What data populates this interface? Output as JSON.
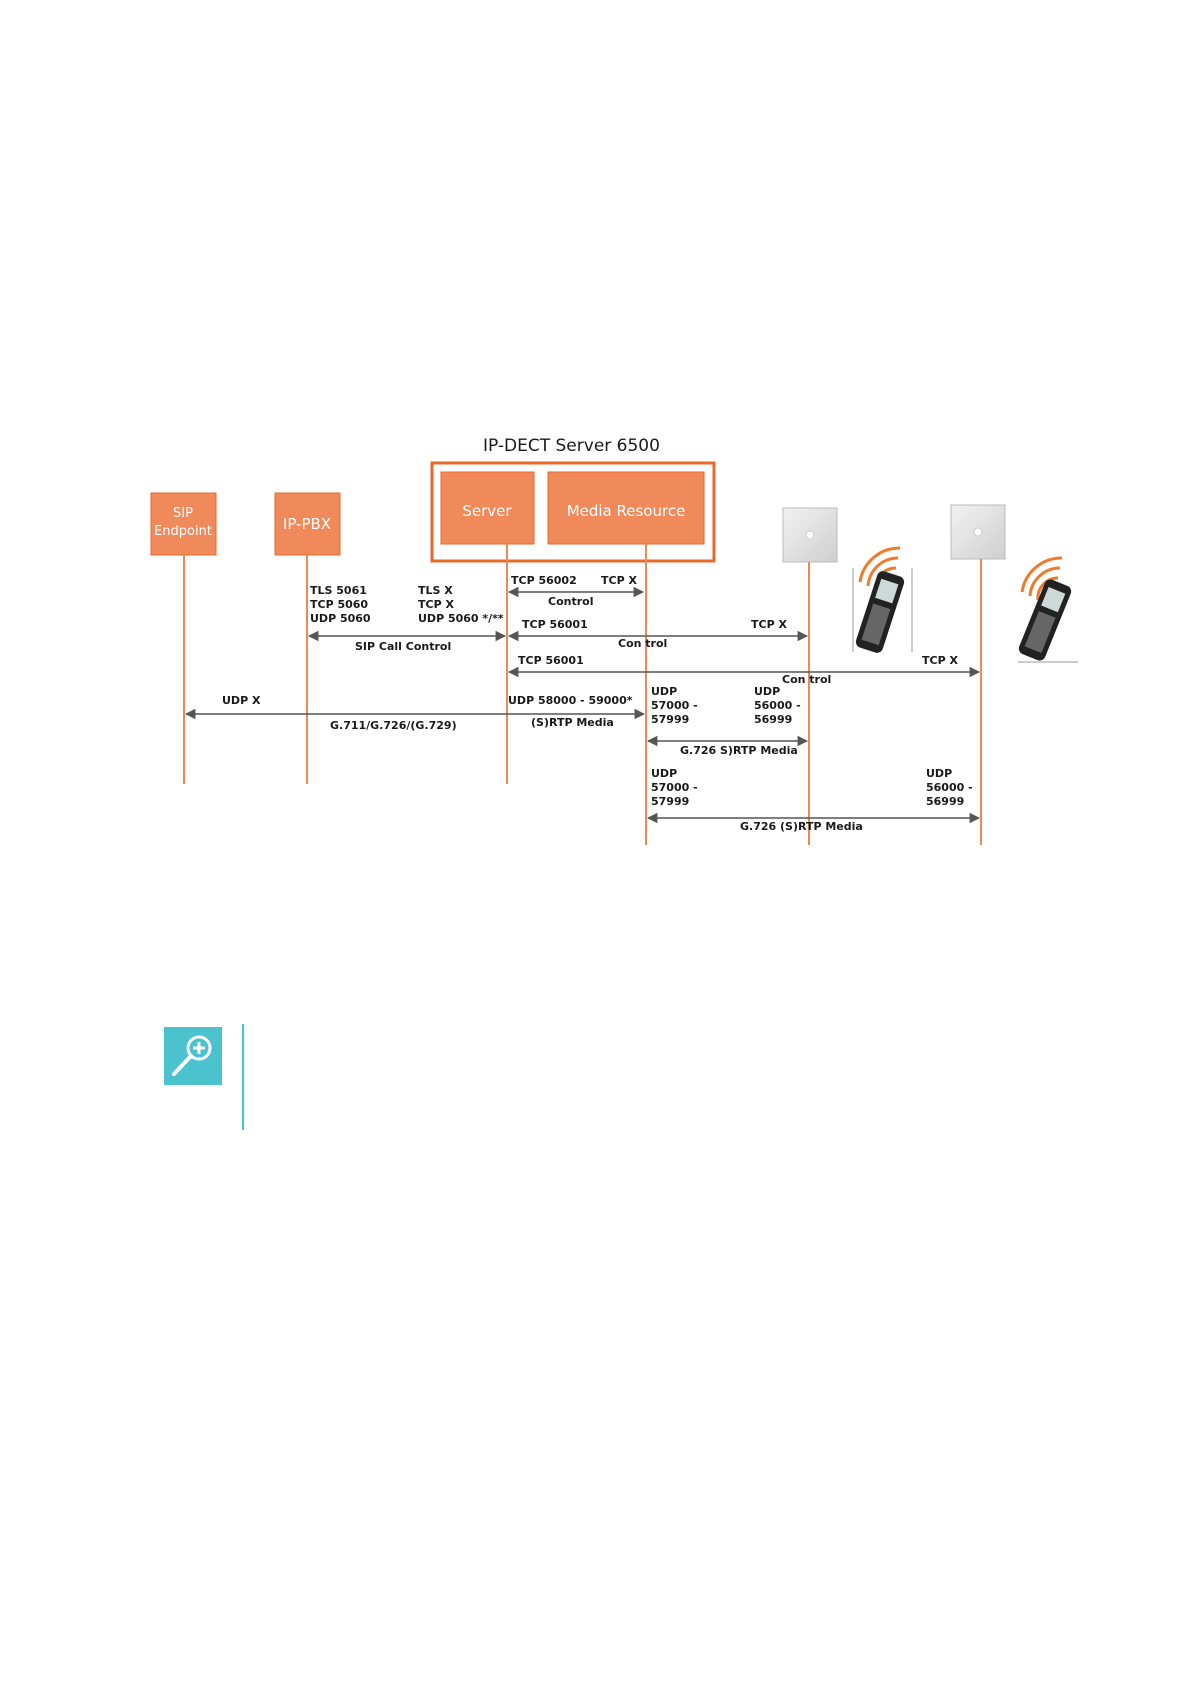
{
  "diagram": {
    "title": "IP-DECT Server 6500",
    "colors": {
      "box_fill": "#f08a5a",
      "box_stroke": "#e7692c",
      "lifeline": "#ea8a55",
      "arrow": "#555555",
      "note_accent": "#4bc3cf"
    },
    "nodes": {
      "sip_endpoint": [
        "SIP",
        "Endpoint"
      ],
      "ip_pbx": "IP-PBX",
      "server": "Server",
      "media_resource": "Media Resource"
    },
    "labels": {
      "tls_5061": "TLS 5061",
      "tcp_5060": "TCP 5060",
      "udp_5060": "UDP 5060",
      "tls_x": "TLS X",
      "tcp_x_1": "TCP X",
      "udp_5060_star": "UDP 5060 */**",
      "sip_call_control": "SIP Call Control",
      "tcp_56002": "TCP 56002",
      "tcp_x_2": "TCP X",
      "control_1": "Control",
      "tcp_56001_a": "TCP 56001",
      "tcp_x_3": "TCP  X",
      "control_2": "Con trol",
      "tcp_56001_b": "TCP 56001",
      "tcp_x_4": "TCP  X",
      "control_3": "Con trol",
      "udp_x": "UDP X",
      "codecs": "G.711/G.726/(G.729)",
      "udp_58000": "UDP 58000 - 59000*",
      "srtp_media": "(S)RTP Media",
      "udp_a": "UDP",
      "range_57000_a": "57000 -",
      "range_57999_a": "57999",
      "udp_b": "UDP",
      "range_56000_a": "56000 -",
      "range_56999_a": "56999",
      "g726_a": "G.726 S)RTP Media",
      "udp_c": "UDP",
      "range_57000_b": "57000 -",
      "range_57999_b": "57999",
      "udp_d": "UDP",
      "range_56000_b": "56000 -",
      "range_56999_b": "56999",
      "g726_b": "G.726 (S)RTP Media"
    }
  },
  "note": {
    "icon": "zoom-in-icon"
  }
}
